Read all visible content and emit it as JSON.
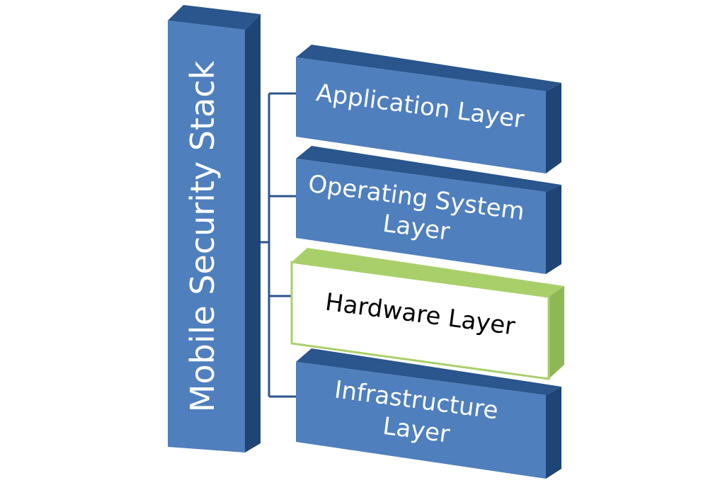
{
  "diagram": {
    "title": "Mobile Security Stack",
    "colors": {
      "face_blue": "#4f7fbd",
      "top_blue": "#2a558d",
      "side_blue": "#1f4576",
      "highlight_green": "#a9cf6a",
      "highlight_green_dark": "#7fa447",
      "connector": "#2a558d",
      "text_light": "#ffffff",
      "text_dark": "#000000"
    },
    "layers": [
      {
        "lines": [
          "Application Layer"
        ],
        "highlighted": false
      },
      {
        "lines": [
          "Operating System",
          "Layer"
        ],
        "highlighted": false
      },
      {
        "lines": [
          "Hardware Layer"
        ],
        "highlighted": true
      },
      {
        "lines": [
          "Infrastructure",
          "Layer"
        ],
        "highlighted": false
      }
    ]
  }
}
